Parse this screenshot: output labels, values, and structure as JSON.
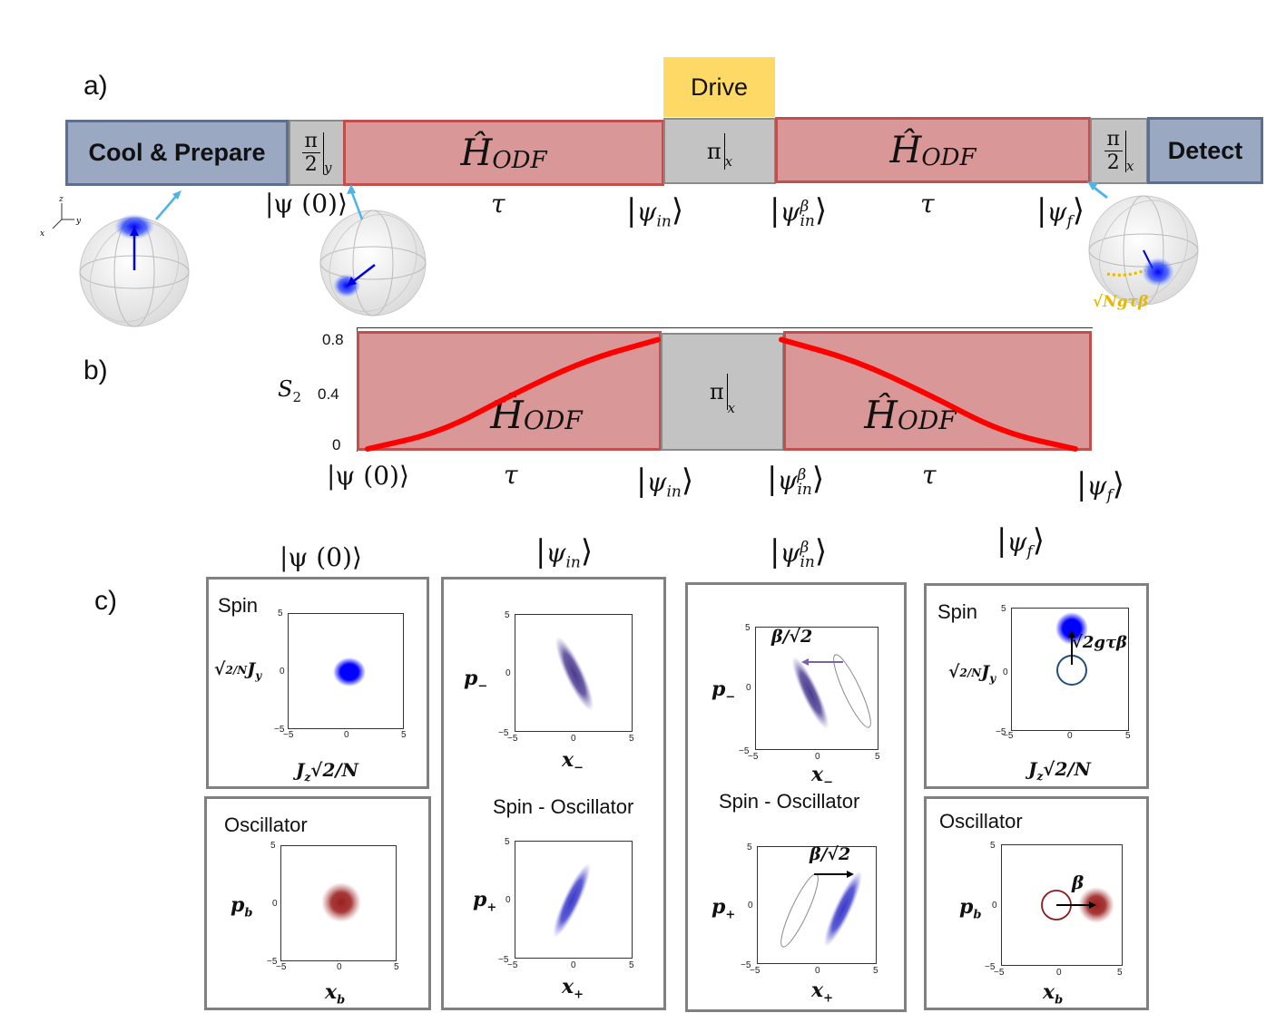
{
  "panels": {
    "a": "a)",
    "b": "b)",
    "c": "c)"
  },
  "sequence": {
    "cool": "Cool & Prepare",
    "pulse1": {
      "num": "π",
      "den": "2",
      "sub": "y"
    },
    "hodf": "Ĥ",
    "hodf_sub": "ODF",
    "drive": "Drive",
    "pi_pulse": {
      "sym": "π",
      "sub": "x"
    },
    "pulse2": {
      "num": "π",
      "den": "2",
      "sub": "x"
    },
    "detect": "Detect",
    "tau": "τ",
    "ket_psi0": "|ψ (0)⟩",
    "ket_psi_in": "ψ",
    "ket_psi_in_sub": "in",
    "ket_beta_sup": "β",
    "ket_psi_f_sub": "f",
    "bloch_axes": {
      "z": "z",
      "y": "y",
      "x": "x"
    },
    "displacement_label": "√Ngτβ"
  },
  "colors": {
    "blue_box": "#9aa8c2",
    "red_box": "#d99897",
    "gray_box": "#c3c3c3",
    "drive": "#ffd966",
    "curve": "#ff0000",
    "spin_blob": "#0000ff",
    "osc_blob": "#a52a2a",
    "gold": "#e6b800"
  },
  "chart_data": {
    "type": "line",
    "ylabel": "S",
    "ylabel_sub": "2",
    "yticks": [
      "0",
      "0.4",
      "0.8"
    ],
    "ylim": [
      0,
      0.85
    ],
    "segments": [
      {
        "name": "rise",
        "x": [
          0,
          0.25,
          0.5,
          0.75,
          1.0
        ],
        "y": [
          0.0,
          0.12,
          0.4,
          0.65,
          0.8
        ]
      },
      {
        "name": "fall",
        "x": [
          0,
          0.25,
          0.5,
          0.75,
          1.0
        ],
        "y": [
          0.8,
          0.65,
          0.4,
          0.12,
          0.0
        ]
      }
    ]
  },
  "phase_space": {
    "titles": [
      "|ψ (0)⟩",
      "ψ",
      "ψ",
      "ψ"
    ],
    "spin": "Spin",
    "oscillator": "Oscillator",
    "spin_oscillator": "Spin - Oscillator",
    "ticks": {
      "min": "−5",
      "zero": "0",
      "max": "5"
    },
    "labels": {
      "Jz": "J",
      "Jz_tail": "√2/N",
      "Jy_frac": "2/N",
      "Jy": "J",
      "p_minus": "p",
      "x_minus": "x",
      "p_plus": "p",
      "x_plus": "x",
      "p_b": "p",
      "x_b": "x",
      "beta_sqrt2": "β/√2",
      "beta": "β",
      "sqrt2gtb": "√2gτβ"
    }
  }
}
